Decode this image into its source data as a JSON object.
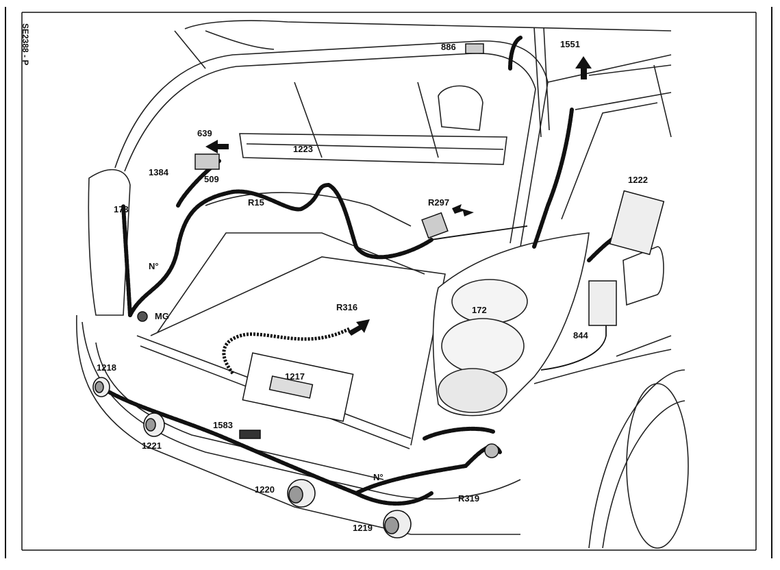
{
  "figure": {
    "reference": "SE2388 - P",
    "labels": {
      "l886": "886",
      "l1551": "1551",
      "l639": "639",
      "l1223": "1223",
      "l1384": "1384",
      "l509": "509",
      "lR15": "R15",
      "l173": "173",
      "lR297": "R297",
      "l1222": "1222",
      "lN1": "N°",
      "lMG": "MG",
      "lR316": "R316",
      "l172": "172",
      "l844": "844",
      "l1218": "1218",
      "l1217": "1217",
      "l1583": "1583",
      "l1221": "1221",
      "lN2": "N°",
      "l1220": "1220",
      "lR319": "R319",
      "l1219": "1219"
    }
  }
}
